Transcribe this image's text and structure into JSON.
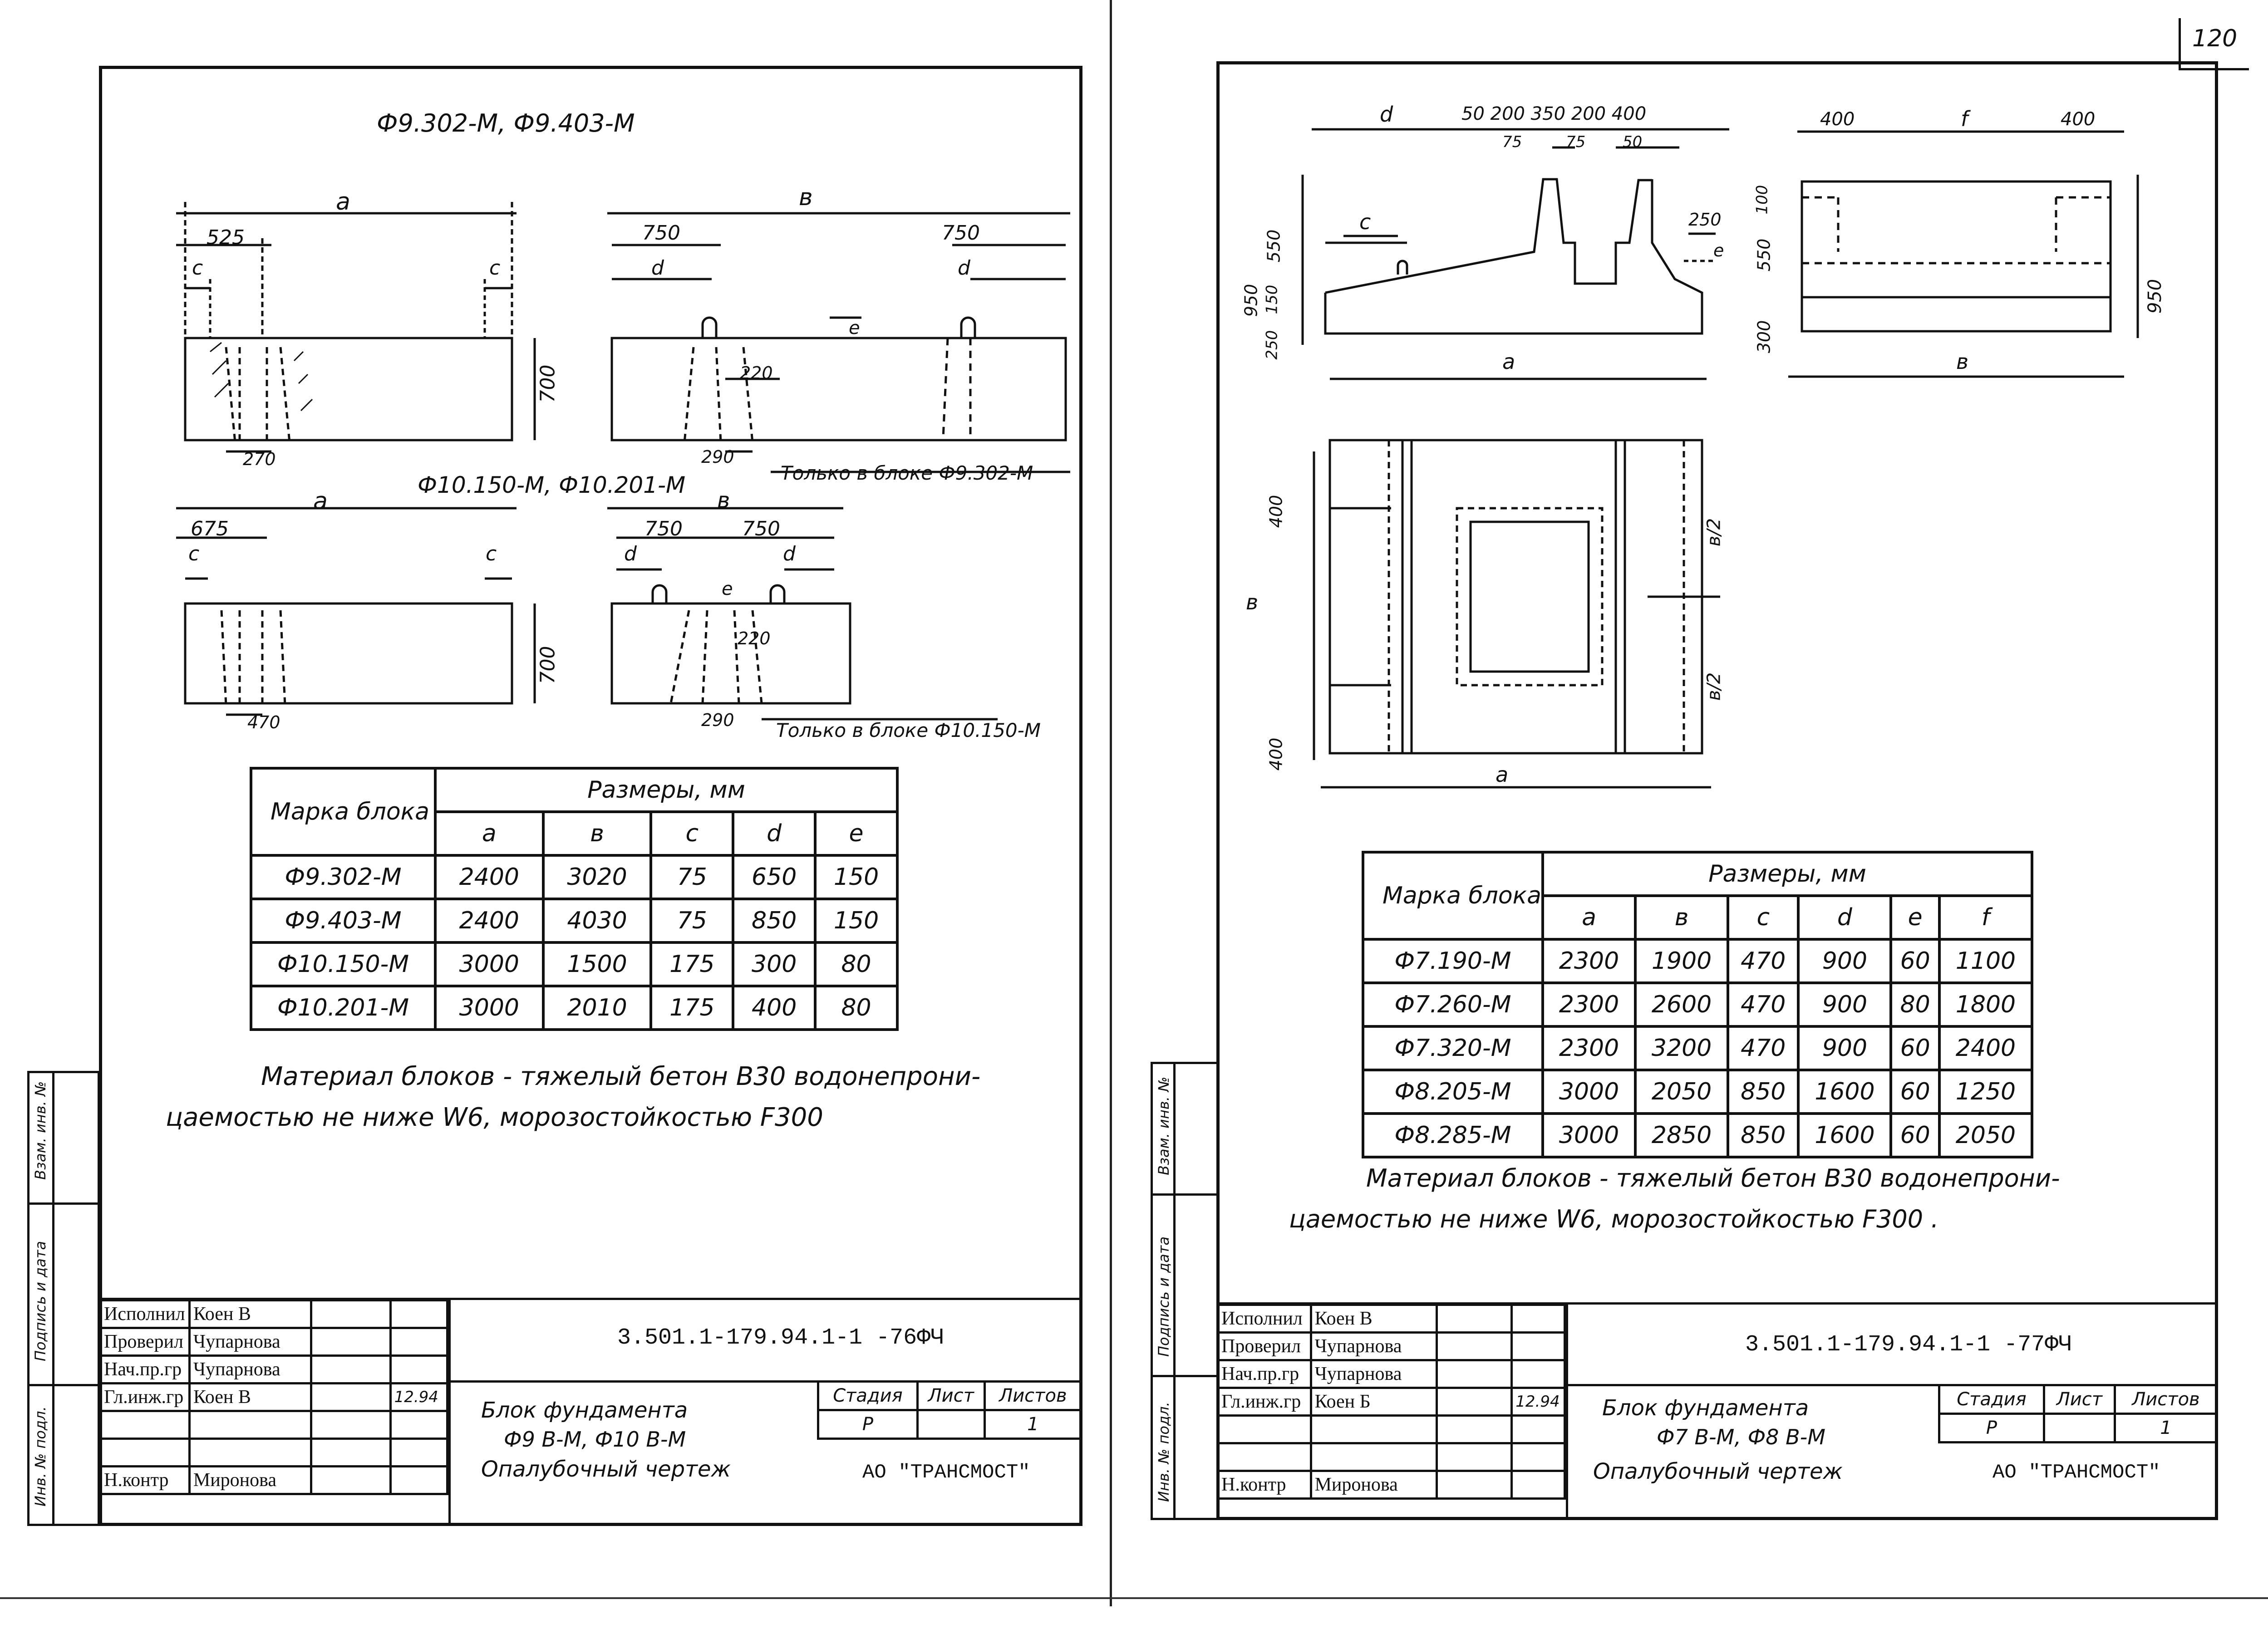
{
  "page_number": "120",
  "left": {
    "title": "Ф9.302-М,  Ф9.403-М",
    "subtitle2": "Ф10.150-М, Ф10.201-М",
    "dims": {
      "a": "a",
      "b": "в",
      "c": "c",
      "d": "d",
      "e": "e",
      "d525": "525",
      "d750a": "750",
      "d750b": "750",
      "d700a": "700",
      "d700b": "700",
      "d270": "270",
      "d290a": "290",
      "d220a": "220",
      "d675": "675",
      "d750c": "750",
      "d750d": "750",
      "d470": "470",
      "d290b": "290",
      "d220b": "220"
    },
    "note1": "Только в блоке Ф9.302-М",
    "note2": "Только в блоке Ф10.150-М",
    "table": {
      "header_mark": "Марка блока",
      "header_sizes": "Размеры, мм",
      "cols": [
        "a",
        "в",
        "c",
        "d",
        "e"
      ],
      "rows": [
        [
          "Ф9.302-М",
          "2400",
          "3020",
          "75",
          "650",
          "150"
        ],
        [
          "Ф9.403-М",
          "2400",
          "4030",
          "75",
          "850",
          "150"
        ],
        [
          "Ф10.150-М",
          "3000",
          "1500",
          "175",
          "300",
          "80"
        ],
        [
          "Ф10.201-М",
          "3000",
          "2010",
          "175",
          "400",
          "80"
        ]
      ]
    },
    "material_line1": "Материал блоков - тяжелый бетон В30 водонепрони-",
    "material_line2": "цаемостью не ниже W6, морозостойкостью F300",
    "stamp": {
      "rows": [
        [
          "Исполнил",
          "Коен В"
        ],
        [
          "Проверил",
          "Чупарнова"
        ],
        [
          "Нач.пр.гр",
          "Чупарнова"
        ],
        [
          "Гл.инж.гр",
          "Коен В"
        ],
        [
          "",
          ""
        ],
        [
          "",
          ""
        ],
        [
          "Н.контр",
          "Миронова"
        ]
      ],
      "date": "12.94",
      "code": "3.501.1-179.94.1-1 -76ФЧ",
      "name_line1": "Блок фундамента",
      "name_line2": "Ф9 В-М, Ф10 В-М",
      "name_line3": "Опалубочный чертеж",
      "stage_h": "Стадия",
      "sheet_h": "Лист",
      "sheets_h": "Листов",
      "stage": "Р",
      "sheets": "1",
      "org": "АО \"ТРАНСМОСТ\""
    },
    "side_labels": [
      "Взам. инв. №",
      "Подпись и дата",
      "Инв. № подл."
    ]
  },
  "right": {
    "dims": {
      "a": "a",
      "b": "в",
      "c": "c",
      "d": "d",
      "e": "e",
      "f": "f",
      "top": "50 200  350  200  400",
      "s75a": "75",
      "s75b": "75",
      "s50": "50",
      "h950": "950",
      "h550": "550",
      "h150": "150",
      "h250": "250",
      "d250": "250",
      "d400a": "400",
      "d400b": "400",
      "h100": "100",
      "h550b": "550",
      "h300": "300",
      "h950b": "950",
      "p400a": "400",
      "p400b": "400",
      "b2a": "в/2",
      "b2b": "в/2"
    },
    "table": {
      "header_mark": "Марка блока",
      "header_sizes": "Размеры, мм",
      "cols": [
        "a",
        "в",
        "c",
        "d",
        "e",
        "f"
      ],
      "rows": [
        [
          "Ф7.190-М",
          "2300",
          "1900",
          "470",
          "900",
          "60",
          "1100"
        ],
        [
          "Ф7.260-М",
          "2300",
          "2600",
          "470",
          "900",
          "80",
          "1800"
        ],
        [
          "Ф7.320-М",
          "2300",
          "3200",
          "470",
          "900",
          "60",
          "2400"
        ],
        [
          "Ф8.205-М",
          "3000",
          "2050",
          "850",
          "1600",
          "60",
          "1250"
        ],
        [
          "Ф8.285-М",
          "3000",
          "2850",
          "850",
          "1600",
          "60",
          "2050"
        ]
      ]
    },
    "material_line1": "Материал блоков - тяжелый бетон В30 водонепрони-",
    "material_line2": "цаемостью не ниже W6, морозостойкостью F300 .",
    "stamp": {
      "rows": [
        [
          "Исполнил",
          "Коен В"
        ],
        [
          "Проверил",
          "Чупарнова"
        ],
        [
          "Нач.пр.гр",
          "Чупарнова"
        ],
        [
          "Гл.инж.гр",
          "Коен Б"
        ],
        [
          "",
          ""
        ],
        [
          "",
          ""
        ],
        [
          "Н.контр",
          "Миронова"
        ]
      ],
      "date": "12.94",
      "code": "3.501.1-179.94.1-1 -77ФЧ",
      "name_line1": "Блок фундамента",
      "name_line2": "Ф7 В-М, Ф8 В-М",
      "name_line3": "Опалубочный чертеж",
      "stage_h": "Стадия",
      "sheet_h": "Лист",
      "sheets_h": "Листов",
      "stage": "Р",
      "sheets": "1",
      "org": "АО \"ТРАНСМОСТ\""
    },
    "side_labels": [
      "Взам. инв. №",
      "Подпись и дата",
      "Инв. № подл."
    ]
  }
}
